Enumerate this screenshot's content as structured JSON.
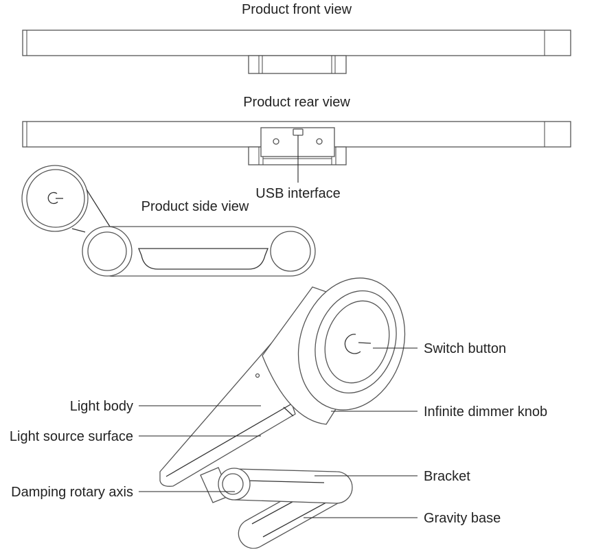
{
  "headings": {
    "front_view": "Product front view",
    "rear_view": "Product rear view",
    "side_view": "Product side view"
  },
  "callouts": {
    "usb": "USB interface",
    "switch_button": "Switch button",
    "dimmer_knob": "Infinite dimmer knob",
    "bracket": "Bracket",
    "gravity_base": "Gravity base",
    "light_body": "Light body",
    "light_source_surface": "Light source surface",
    "damping_axis": "Damping rotary axis"
  },
  "colors": {
    "stroke": "#333333",
    "text": "#222222",
    "background": "#ffffff"
  }
}
